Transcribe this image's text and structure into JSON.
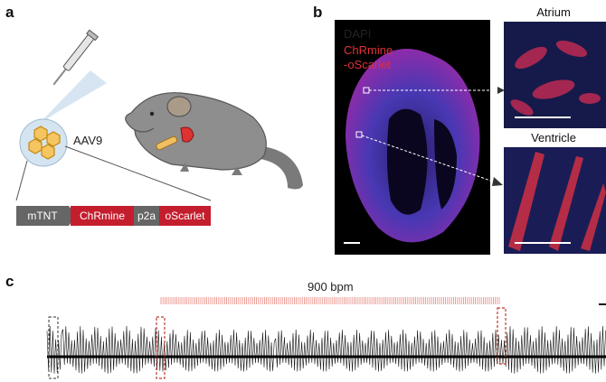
{
  "panels": {
    "a": {
      "letter": "a",
      "vector": "AAV9",
      "construct": [
        {
          "label": "mTNT",
          "color": "#666666"
        },
        {
          "label": "ChRmine",
          "color": "#c41e2e"
        },
        {
          "label": "p2a",
          "color": "#666666"
        },
        {
          "label": "oScarlet",
          "color": "#c41e2e"
        }
      ]
    },
    "b": {
      "letter": "b",
      "stain1": "DAPI",
      "stain2": "ChRmine",
      "stain3": "-oScarlet",
      "inset_top": "Atrium",
      "inset_bottom": "Ventricle"
    },
    "c": {
      "letter": "c",
      "rate_label": "900 bpm"
    }
  },
  "colors": {
    "dapi": "#4aa3e0",
    "chrmine": "#e0303a",
    "stim": "#e8897f",
    "box_red": "#c0392b"
  }
}
